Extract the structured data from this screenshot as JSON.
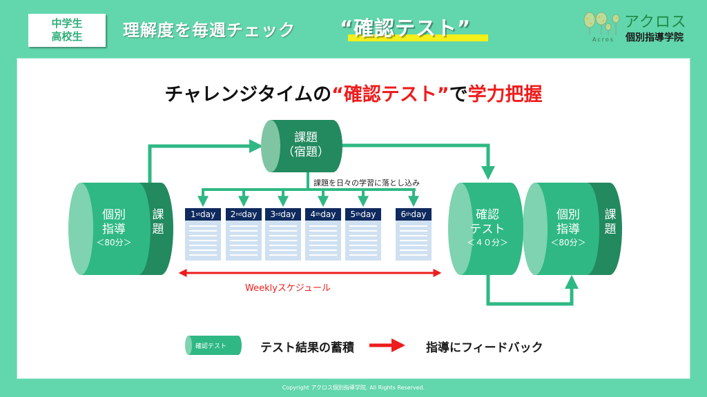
{
  "header": {
    "badge_line1": "中学生",
    "badge_line2": "高校生",
    "headline": "理解度を毎週チェック",
    "keyword": "“確認テスト”",
    "logo": {
      "name": "アクロス",
      "sub": "個別指導学院",
      "latin": "Acros",
      "icon": "trees-icon"
    }
  },
  "main": {
    "title_part1": "チャレンジタイムの",
    "title_highlight1": "“確認テスト”",
    "title_part2": "で",
    "title_highlight2": "学力把握"
  },
  "diagram": {
    "homework_cylinder": {
      "line1": "課題",
      "line2": "（宿題）"
    },
    "left_lesson_cylinder": {
      "line1": "個別",
      "line2": "指導",
      "duration": "＜80分＞",
      "side": [
        "課",
        "題"
      ]
    },
    "test_cylinder": {
      "line1": "確認",
      "line2": "テスト",
      "duration": "＜４０分＞"
    },
    "right_lesson_cylinder": {
      "line1": "個別",
      "line2": "指導",
      "duration": "＜80分＞",
      "side": [
        "課",
        "題"
      ]
    },
    "drop_label": "課題を日々の学習に落とし込み",
    "days": [
      {
        "num": "1",
        "suffix": "st",
        "label": "day"
      },
      {
        "num": "2",
        "suffix": "nd",
        "label": "day"
      },
      {
        "num": "3",
        "suffix": "rd",
        "label": "day"
      },
      {
        "num": "4",
        "suffix": "th",
        "label": "day"
      },
      {
        "num": "5",
        "suffix": "th",
        "label": "day"
      },
      {
        "num": "6",
        "suffix": "th",
        "label": "day"
      }
    ],
    "weekly_label": "Weeklyスケジュール"
  },
  "legend": {
    "chip_label": "確認テスト",
    "result_text": "テスト結果の蓄積",
    "feedback_text": "指導にフィードバック"
  },
  "footer": {
    "copyright": "Copyright アクロス個別指導学院. All Rights Reserved."
  },
  "colors": {
    "background": "#62d6ac",
    "cylinder_main": "#2fb884",
    "cylinder_dark": "#23895f",
    "cylinder_face": "#7fd3b0",
    "arrow_green": "#2fb884",
    "accent_red": "#ee1c1c",
    "day_header": "#0e2a5e",
    "day_body": "#cfe0f1",
    "highlight_yellow": "#f5ef1a"
  }
}
